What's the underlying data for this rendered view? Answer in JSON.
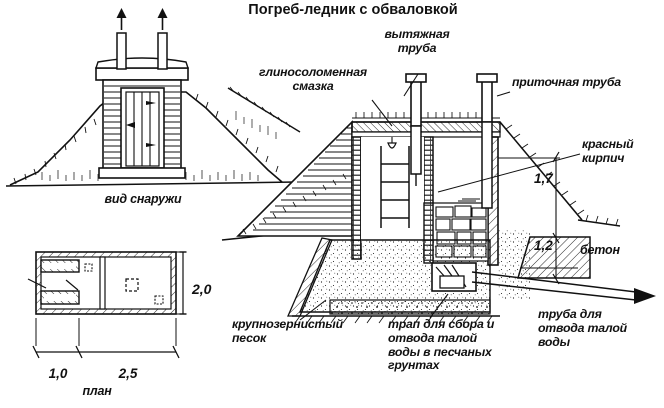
{
  "figure": {
    "title": "Погреб-ледник с обваловкой",
    "background_color": "#ffffff",
    "ink_color": "#111111"
  },
  "views": {
    "exterior": {
      "caption": "вид снаружи"
    },
    "plan": {
      "caption": "план",
      "dimensions": {
        "width_left": "1,0",
        "width_right": "2,5",
        "height": "2,0"
      }
    },
    "section": {
      "dimensions": {
        "upper_height": "1,7",
        "lower_height": "1,2"
      }
    }
  },
  "callouts": {
    "clay_straw": "глиносоломенная\nсмазка",
    "exhaust_pipe": "вытяжная\nтруба",
    "inlet_pipe": "приточная труба",
    "red_brick": "красный\nкирпич",
    "concrete": "бетон",
    "coarse_sand": "крупнозернистый\nпесок",
    "drain_trap": "трап для сбора и\nотвода талой\nводы в песчаных\nгрунтах",
    "meltwater_pipe": "труба для\nотвода талой\nводы"
  },
  "icons": {
    "arrow_up": "arrow-up-icon",
    "arrow_right": "arrow-right-icon"
  }
}
